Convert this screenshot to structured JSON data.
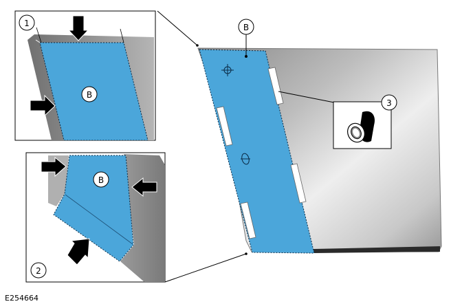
{
  "figure": {
    "id": "E254664",
    "colors": {
      "film": "#4ba6da",
      "panel_dark": "#6e6e6e",
      "panel_light": "#d9d9d9",
      "outline": "#000000",
      "inset_border": "#000000"
    }
  },
  "main_view": {
    "label_b": "B",
    "label_3": "3",
    "tape_icon": "adhesive-tape-roll-icon",
    "symbols": [
      "alignment-mark-icon",
      "oval-hole-icon"
    ]
  },
  "inset_1": {
    "label_number": "1",
    "label_b": "B",
    "arrows": [
      "arrow-down",
      "arrow-right"
    ]
  },
  "inset_2": {
    "label_number": "2",
    "label_b": "B",
    "arrows": [
      "arrow-right",
      "arrow-left",
      "arrow-up-right"
    ]
  }
}
